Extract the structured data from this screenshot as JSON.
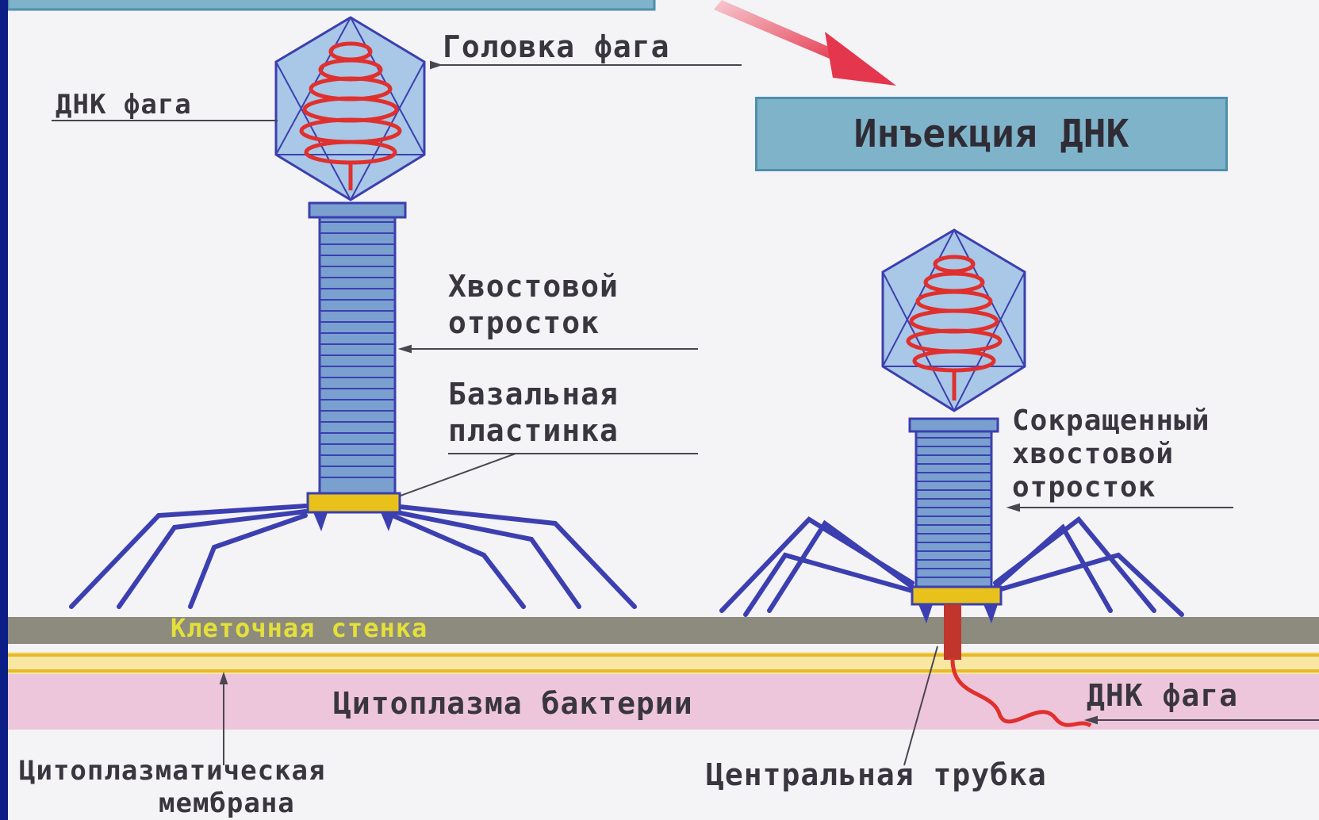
{
  "top_box": {
    "text": ""
  },
  "injection_box": {
    "text": "Инъекция ДНК"
  },
  "labels": {
    "head": "Головка фага",
    "dna_left": "ДНК фага",
    "tail_line1": "Хвостовой",
    "tail_line2": "отросток",
    "baseplate_line1": "Базальная",
    "baseplate_line2": "пластинка",
    "contracted_line1": "Сокращенный",
    "contracted_line2": "хвостовой",
    "contracted_line3": "отросток",
    "cell_wall": "Клеточная стенка",
    "cytoplasm": "Цитоплазма бактерии",
    "dna_right": "ДНК фага",
    "membrane_line1": "Цитоплазматическая",
    "membrane_line2": "мембрана",
    "central_tube": "Центральная трубка"
  },
  "colors": {
    "capsid": "#a9c7e6",
    "dna": "#e0302e",
    "tail": "#7aa0cf",
    "baseplate": "#e8c21b",
    "legs": "#3c3fb0",
    "cell_wall": "#8d8a7e",
    "membrane": "#f1c43a",
    "cytoplasm": "#eec6dc",
    "arrow": "#e4364c"
  }
}
